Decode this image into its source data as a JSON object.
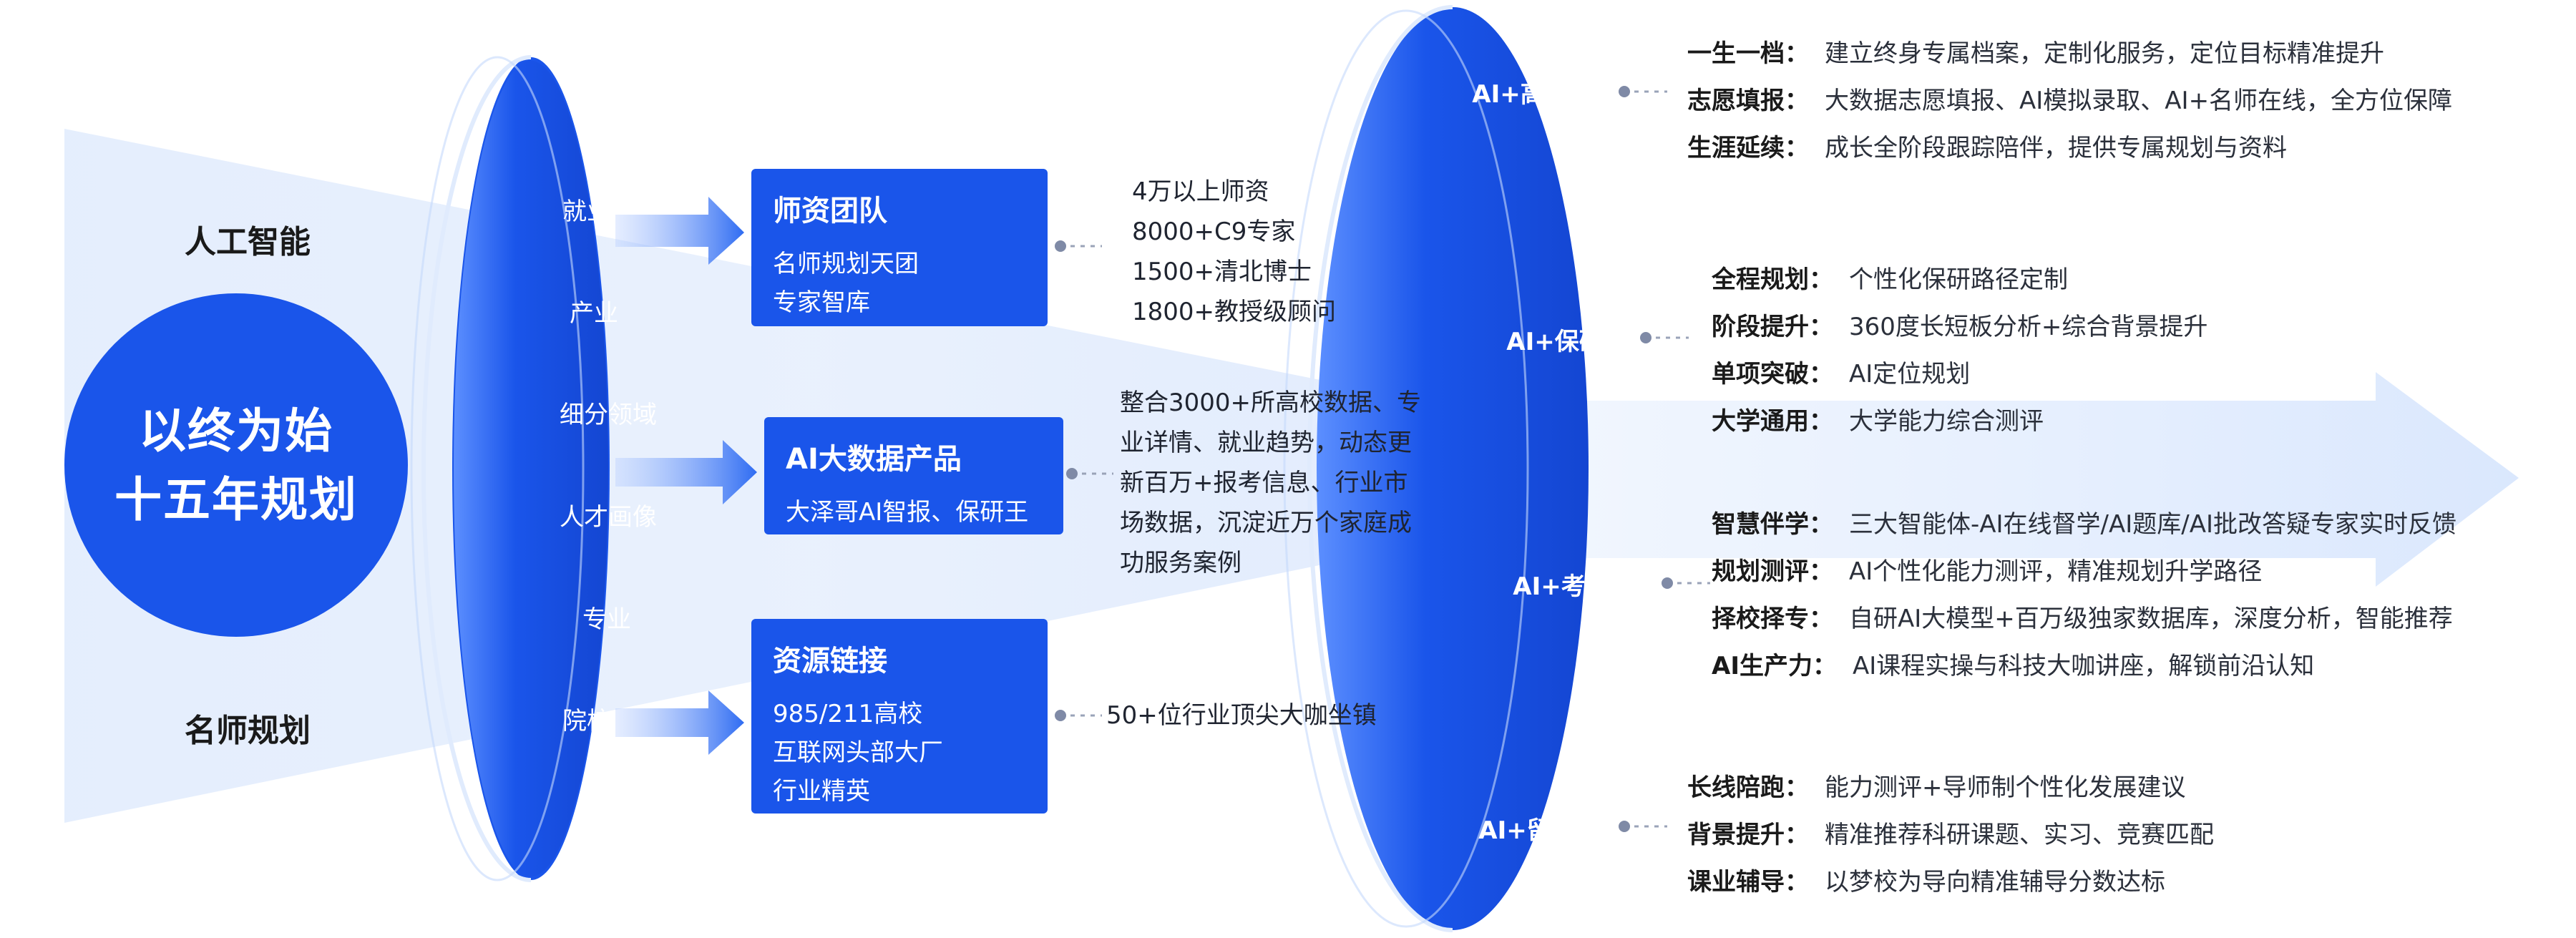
{
  "colors": {
    "primary": "#1a55ea",
    "primary_light": "#3b78ff",
    "text": "#1f2430",
    "connector": "#9aa3b8"
  },
  "left_labels": {
    "top": "人工智能",
    "bottom": "名师规划"
  },
  "center": {
    "line1": "以终为始",
    "line2": "十五年规划"
  },
  "categories": [
    "就业",
    "产业",
    "细分领域",
    "人才画像",
    "专业",
    "院校"
  ],
  "boxes": [
    {
      "title": "师资团队",
      "lines": [
        "名师规划天团",
        "专家智库"
      ]
    },
    {
      "title": "AI大数据产品",
      "lines": [
        "大泽哥AI智报、保研王"
      ]
    },
    {
      "title": "资源链接",
      "lines": [
        "985/211高校",
        "互联网头部大厂",
        "行业精英"
      ]
    }
  ],
  "teacher_stats": [
    "4万以上师资",
    "8000+C9专家",
    "1500+清北博士",
    "1800+教授级顾问"
  ],
  "ai_data_desc": [
    "整合3000+所高校数据、专",
    "业详情、就业趋势，动态更",
    "新百万+报考信息、行业市",
    "场数据，沉淀近万个家庭成",
    "功服务案例"
  ],
  "resource_desc": "50+位行业顶尖大咖坐镇",
  "ai_services": [
    {
      "name": "AI+高报",
      "details": [
        {
          "k": "一生一档：",
          "v": "建立终身专属档案，定制化服务，定位目标精准提升"
        },
        {
          "k": "志愿填报：",
          "v": "大数据志愿填报、AI模拟录取、AI+名师在线，全方位保障"
        },
        {
          "k": "生涯延续：",
          "v": "成长全阶段跟踪陪伴，提供专属规划与资料"
        }
      ]
    },
    {
      "name": "AI+保研",
      "details": [
        {
          "k": "全程规划：",
          "v": "个性化保研路径定制"
        },
        {
          "k": "阶段提升：",
          "v": "360度长短板分析+综合背景提升"
        },
        {
          "k": "单项突破：",
          "v": "AI定位规划"
        },
        {
          "k": "大学通用：",
          "v": "大学能力综合测评"
        }
      ]
    },
    {
      "name": "AI+考研",
      "details": [
        {
          "k": "智慧伴学：",
          "v": "三大智能体-AI在线督学/AI题库/AI批改答疑专家实时反馈"
        },
        {
          "k": "规划测评：",
          "v": "AI个性化能力测评，精准规划升学路径"
        },
        {
          "k": "择校择专：",
          "v": "自研AI大模型+百万级独家数据库，深度分析，智能推荐"
        },
        {
          "k": "AI生产力：",
          "v": "AI课程实操与科技大咖讲座，解锁前沿认知"
        }
      ]
    },
    {
      "name": "AI+留学",
      "details": [
        {
          "k": "长线陪跑：",
          "v": "能力测评+导师制个性化发展建议"
        },
        {
          "k": "背景提升：",
          "v": "精准推荐科研课题、实习、竞赛匹配"
        },
        {
          "k": "课业辅导：",
          "v": "以梦校为导向精准辅导分数达标"
        }
      ]
    }
  ]
}
